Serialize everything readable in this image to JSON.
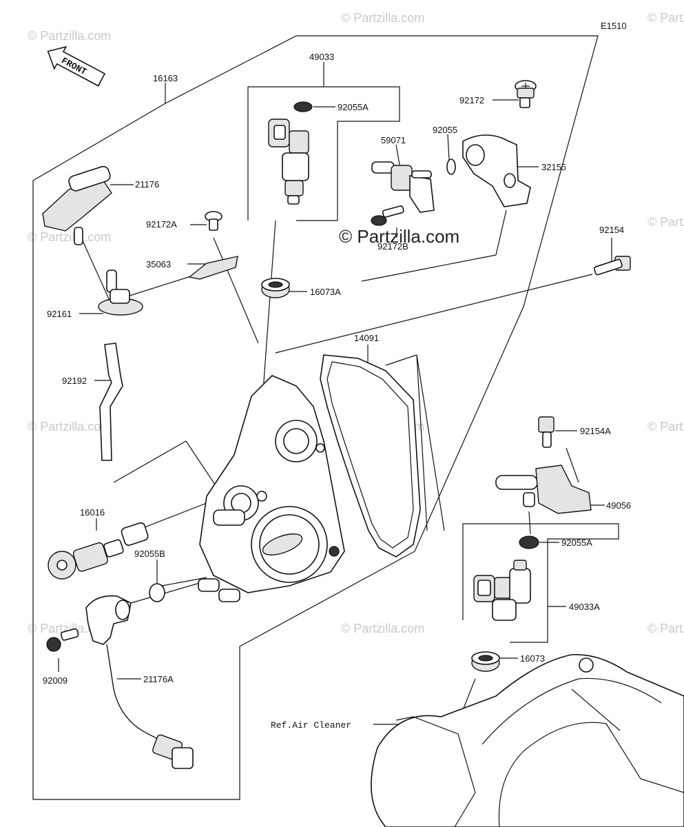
{
  "diagram_code": "E1510",
  "front_label": "FRONT",
  "watermark": "© Partzilla.com",
  "reference_label": "Ref.Air Cleaner",
  "parts": {
    "p16163": "16163",
    "p49033": "49033",
    "p92055A_top": "92055A",
    "p92172": "92172",
    "p92055": "92055",
    "p59071": "59071",
    "p32155": "32155",
    "p21176": "21176",
    "p92172A": "92172A",
    "p92172B": "92172B",
    "p35063": "35063",
    "p92154": "92154",
    "p16073A": "16073A",
    "p92161": "92161",
    "p14091": "14091",
    "p92192": "92192",
    "p92154A": "92154A",
    "p49056": "49056",
    "p16016": "16016",
    "p92055A_right": "92055A",
    "p92055B": "92055B",
    "p49033A": "49033A",
    "p92009": "92009",
    "p16073": "16073",
    "p21176A": "21176A"
  },
  "icons": {
    "front_arrow": "front-arrow-icon"
  }
}
